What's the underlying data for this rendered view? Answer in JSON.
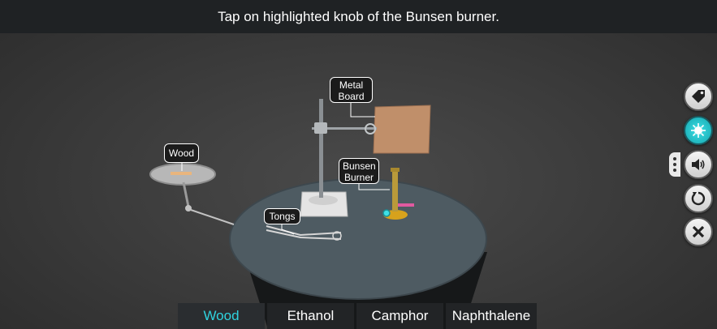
{
  "instruction": "Tap on highlighted knob of the Bunsen burner.",
  "labels": {
    "metal_board_line1": "Metal",
    "metal_board_line2": "Board",
    "bunsen_line1": "Bunsen",
    "bunsen_line2": "Burner",
    "wood": "Wood",
    "tongs": "Tongs"
  },
  "side_buttons": [
    {
      "name": "label-toggle",
      "icon": "tag-icon"
    },
    {
      "name": "virus-view",
      "icon": "virus-icon",
      "active": true
    },
    {
      "name": "sound",
      "icon": "speaker-icon"
    },
    {
      "name": "reset",
      "icon": "restart-icon"
    },
    {
      "name": "close",
      "icon": "close-icon"
    }
  ],
  "tabs": [
    {
      "label": "Wood",
      "selected": true
    },
    {
      "label": "Ethanol"
    },
    {
      "label": "Camphor"
    },
    {
      "label": "Naphthalene"
    }
  ],
  "colors": {
    "accent": "#2fd3df",
    "board": "#c08f6a",
    "table": "#4e5b62"
  }
}
